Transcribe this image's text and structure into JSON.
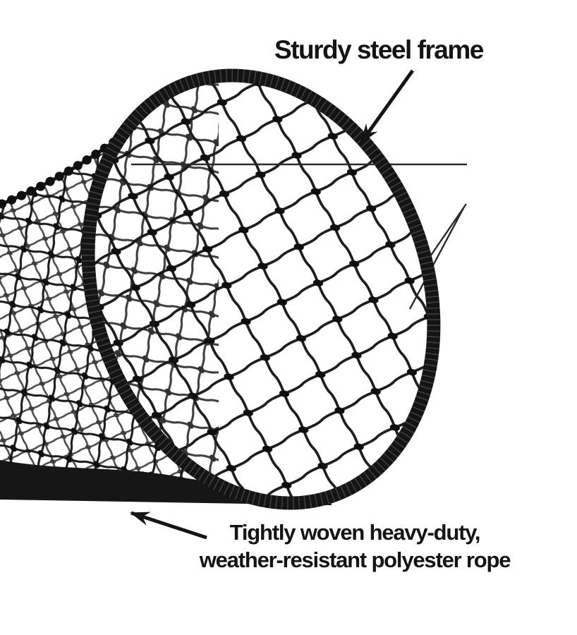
{
  "subject": {
    "alt": "Black polyester rope net tunnel with a round steel frame opening, shown on a white background"
  },
  "annotations": {
    "steel_frame": {
      "label": "Sturdy steel frame"
    },
    "rope": {
      "line1": "Tightly woven heavy-duty,",
      "line2": "weather-resistant polyester rope"
    }
  },
  "colors": {
    "ink": "#141414",
    "net_rope": "#1c1c1c",
    "background": "#ffffff"
  }
}
